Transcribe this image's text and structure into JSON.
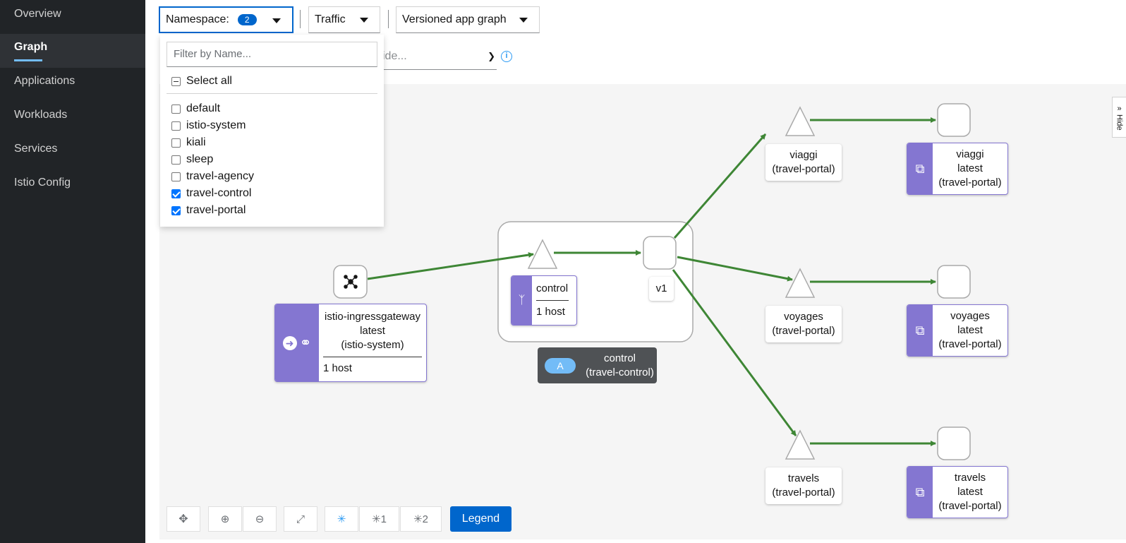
{
  "sidebar": {
    "items": [
      {
        "label": "Overview"
      },
      {
        "label": "Graph"
      },
      {
        "label": "Applications"
      },
      {
        "label": "Workloads"
      },
      {
        "label": "Services"
      },
      {
        "label": "Istio Config"
      }
    ],
    "active": "Graph"
  },
  "toolbar": {
    "namespace_label": "Namespace:",
    "namespace_count": "2",
    "traffic_label": "Traffic",
    "graph_type_label": "Versioned app graph",
    "second_select_placeholder": "ide..."
  },
  "namespace_dropdown": {
    "filter_placeholder": "Filter by Name...",
    "select_all_label": "Select all",
    "options": [
      {
        "label": "default",
        "checked": false
      },
      {
        "label": "istio-system",
        "checked": false
      },
      {
        "label": "kiali",
        "checked": false
      },
      {
        "label": "sleep",
        "checked": false
      },
      {
        "label": "travel-agency",
        "checked": false
      },
      {
        "label": "travel-control",
        "checked": true
      },
      {
        "label": "travel-portal",
        "checked": true
      }
    ]
  },
  "hide_label": "Hide",
  "graph": {
    "gateway": {
      "name": "istio-ingressgateway",
      "version": "latest",
      "namespace": "(istio-system)",
      "hosts": "1 host"
    },
    "control_service": {
      "name": "control",
      "hosts": "1 host"
    },
    "control_version": "v1",
    "app_box": {
      "badge": "A",
      "name": "control",
      "namespace": "(travel-control)"
    },
    "services": [
      {
        "name": "viaggi",
        "namespace": "(travel-portal)"
      },
      {
        "name": "voyages",
        "namespace": "(travel-portal)"
      },
      {
        "name": "travels",
        "namespace": "(travel-portal)"
      }
    ],
    "workloads": [
      {
        "name": "viaggi",
        "version": "latest",
        "namespace": "(travel-portal)"
      },
      {
        "name": "voyages",
        "version": "latest",
        "namespace": "(travel-portal)"
      },
      {
        "name": "travels",
        "version": "latest",
        "namespace": "(travel-portal)"
      }
    ],
    "edge_color": "#3e8635",
    "label_color": "#8476d1"
  },
  "controls": {
    "layout1": "1",
    "layout2": "2",
    "legend_label": "Legend"
  }
}
